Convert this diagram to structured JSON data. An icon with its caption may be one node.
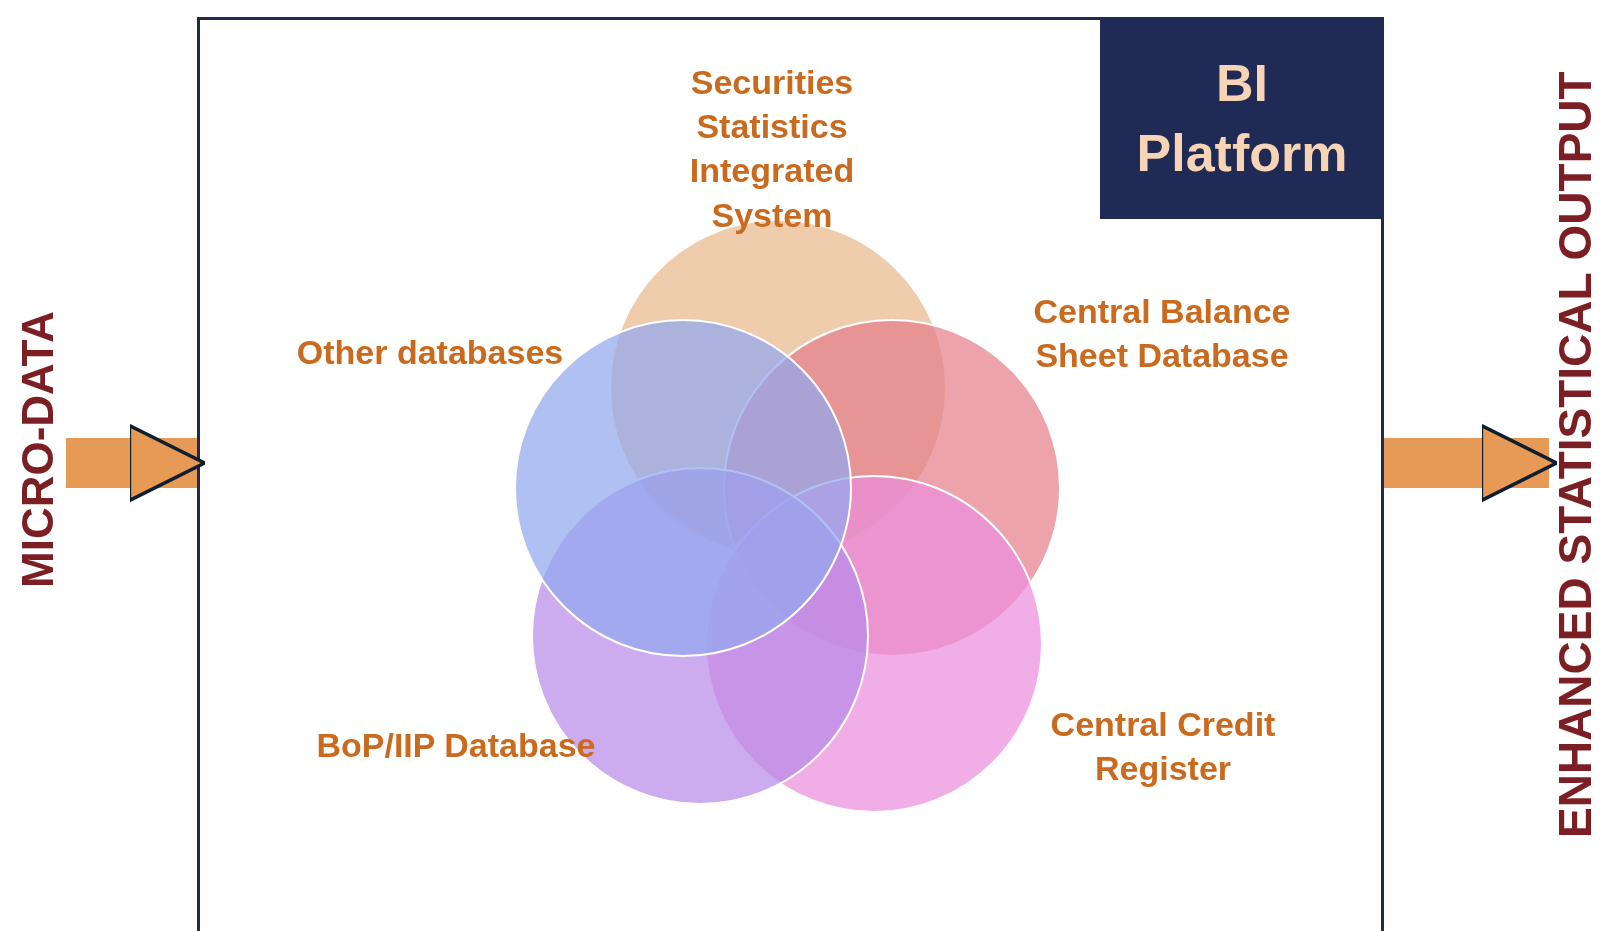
{
  "diagram": {
    "nodes": [
      {
        "text": [],
        "shape": "box"
      },
      {
        "text": [
          "BI Platform"
        ],
        "in": 0
      },
      {
        "text": [
          "Securities Statistics Integrated System"
        ],
        "in": 0
      },
      {
        "text": [
          "Central Balance Sheet Database"
        ],
        "in": 0
      },
      {
        "text": [
          "Central Credit Register"
        ],
        "in": 0
      },
      {
        "text": [
          "BoP/IIP Database"
        ],
        "in": 0
      },
      {
        "text": [
          "Other databases"
        ],
        "in": 0
      },
      {
        "text": [
          "MICRO-DATA"
        ]
      },
      {
        "text": [
          "ENHANCED STATISTICAL OUTPUT"
        ]
      }
    ],
    "edges": [
      {
        "from": 7,
        "to": 0,
        "arrow": "to"
      },
      {
        "from": 0,
        "to": 8,
        "arrow": "to"
      }
    ]
  }
}
